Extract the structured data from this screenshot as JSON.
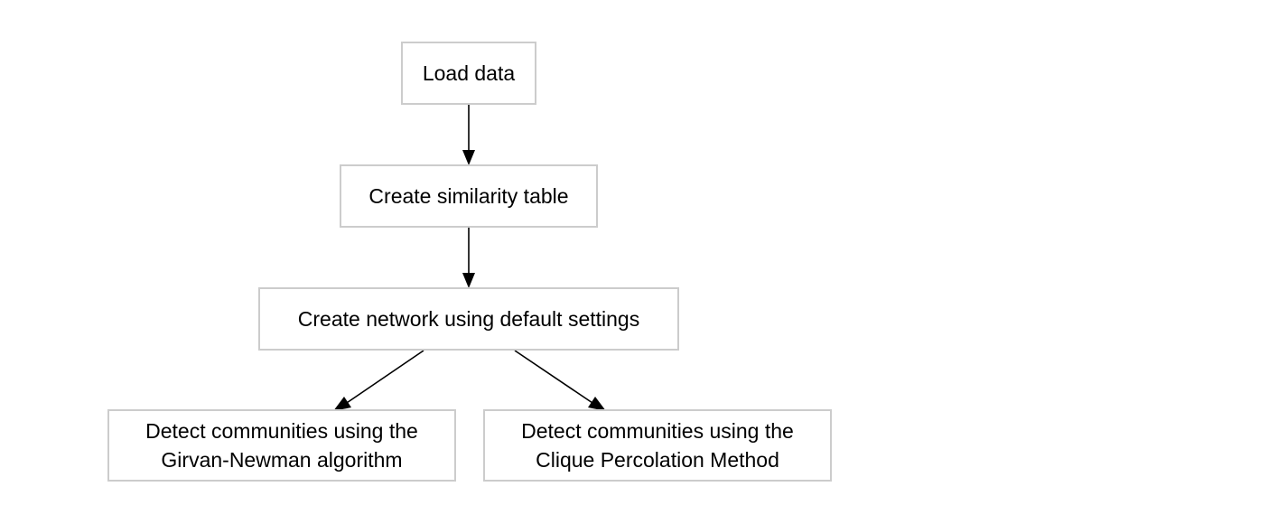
{
  "diagram": {
    "nodes": [
      {
        "id": "load",
        "lines": [
          "Load data"
        ]
      },
      {
        "id": "sim",
        "lines": [
          "Create similarity table"
        ]
      },
      {
        "id": "net",
        "lines": [
          "Create network using default settings"
        ]
      },
      {
        "id": "gn",
        "lines": [
          "Detect communities using the",
          "Girvan-Newman algorithm"
        ]
      },
      {
        "id": "cpm",
        "lines": [
          "Detect communities using the",
          "Clique Percolation Method"
        ]
      }
    ],
    "edges": [
      {
        "from": "load",
        "to": "sim"
      },
      {
        "from": "sim",
        "to": "net"
      },
      {
        "from": "net",
        "to": "gn"
      },
      {
        "from": "net",
        "to": "cpm"
      }
    ],
    "colors": {
      "node_border": "#cccccc",
      "edge": "#000000",
      "background": "#ffffff"
    }
  }
}
